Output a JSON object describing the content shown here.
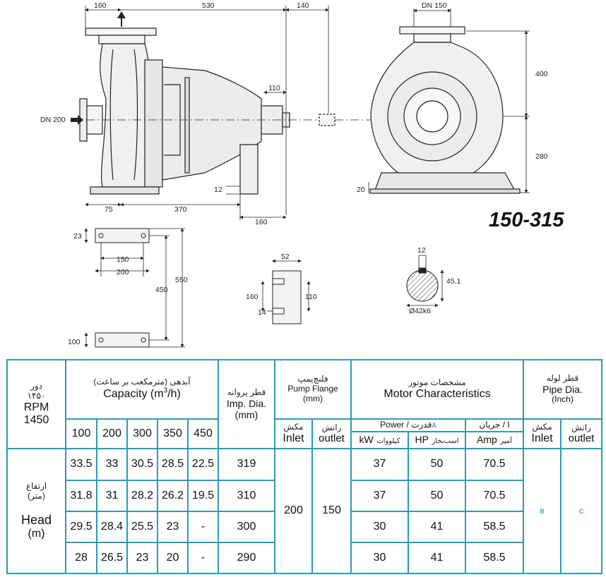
{
  "model": "150-315",
  "drawing": {
    "dims": {
      "d160_top": "160",
      "d530": "530",
      "d140": "140",
      "dn150": "DN 150",
      "d110": "110",
      "dn200": "DN 200",
      "d400": "400",
      "d280": "280",
      "d12": "12",
      "d20": "20",
      "d75": "75",
      "d370": "370",
      "d160_bot": "160",
      "d23": "23",
      "d150": "150",
      "d200": "200",
      "d450": "450",
      "d550": "550",
      "d100": "100",
      "d52": "52",
      "d160_key": "160",
      "d110_key": "110",
      "d14": "14",
      "d12_shaft": "12",
      "d45_1": "45.1",
      "d42k6": "Ø42k6"
    }
  },
  "table": {
    "rpm_fa": "دور",
    "rpm_fa_num": "۱۴۵۰",
    "rpm_en": "RPM",
    "rpm_num": "1450",
    "capacity_fa": "آبدهی (مترمکعب بر ساعت)",
    "capacity_en_a": "Capacity (m",
    "capacity_en_sup": "3",
    "capacity_en_b": "/h)",
    "capacity_cols": [
      "100",
      "200",
      "300",
      "350",
      "450"
    ],
    "imp_fa": "قطر پروانه",
    "imp_en": "Imp. Dia.",
    "imp_unit": "(mm)",
    "flange_fa": "فلنچ‌پمپ",
    "flange_en": "Pump Flange",
    "flange_unit": "(mm)",
    "inlet_fa": "مکش",
    "inlet_en": "Inlet",
    "outlet_fa": "رانش",
    "outlet_en": "outlet",
    "motor_fa": "مشخصات موتور",
    "motor_en": "Motor Characteristics",
    "power_header_en": "Power  /",
    "power_header_fa": "قدرت",
    "power_mark": "A",
    "current_header": "جریان  /  I",
    "kw_en": "kW",
    "kw_fa": "کیلووات",
    "hp_en": "HP",
    "hp_fa": "اسب‌بخار",
    "amp_en": "Amp",
    "amp_fa": "آمپر",
    "pipe_fa": "قطر لوله",
    "pipe_en": "Pipe Dia.",
    "pipe_unit": "(Inch)",
    "pipe_inlet_fa": "مکش",
    "pipe_inlet_en": "Inlet",
    "pipe_outlet_fa": "رانش",
    "pipe_outlet_en": "outlet",
    "head_fa": "ارتفاع",
    "head_fa_unit": "(متر)",
    "head_en": "Head",
    "head_unit": "(m)",
    "flange_inlet_val": "200",
    "flange_outlet_val": "150",
    "pipe_inlet_mark": "B",
    "pipe_outlet_mark": "C",
    "rows": [
      {
        "h": [
          "33.5",
          "33",
          "30.5",
          "28.5",
          "22.5"
        ],
        "imp": "319",
        "kw": "37",
        "hp": "50",
        "amp": "70.5"
      },
      {
        "h": [
          "31.8",
          "31",
          "28.2",
          "26.2",
          "19.5"
        ],
        "imp": "310",
        "kw": "37",
        "hp": "50",
        "amp": "70.5"
      },
      {
        "h": [
          "29.5",
          "28.4",
          "25.5",
          "23",
          "-"
        ],
        "imp": "300",
        "kw": "30",
        "hp": "41",
        "amp": "58.5"
      },
      {
        "h": [
          "28",
          "26.5",
          "23",
          "20",
          "-"
        ],
        "imp": "290",
        "kw": "30",
        "hp": "41",
        "amp": "58.5"
      }
    ]
  }
}
